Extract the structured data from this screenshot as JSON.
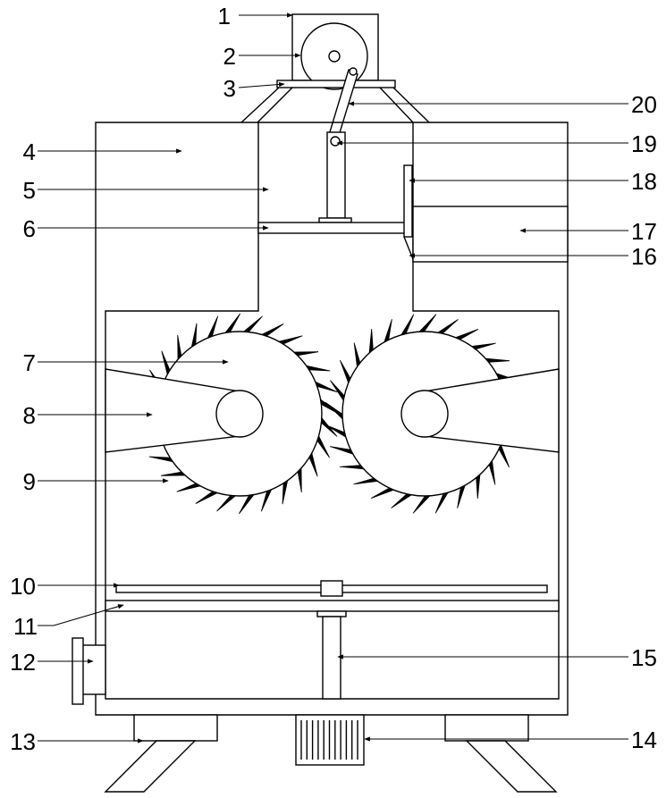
{
  "labels": [
    {
      "id": "label-1",
      "text": "1"
    },
    {
      "id": "label-2",
      "text": "2"
    },
    {
      "id": "label-3",
      "text": "3"
    },
    {
      "id": "label-4",
      "text": "4"
    },
    {
      "id": "label-5",
      "text": "5"
    },
    {
      "id": "label-6",
      "text": "6"
    },
    {
      "id": "label-7",
      "text": "7"
    },
    {
      "id": "label-8",
      "text": "8"
    },
    {
      "id": "label-9",
      "text": "9"
    },
    {
      "id": "label-10",
      "text": "10"
    },
    {
      "id": "label-11",
      "text": "11"
    },
    {
      "id": "label-12",
      "text": "12"
    },
    {
      "id": "label-13",
      "text": "13"
    },
    {
      "id": "label-14",
      "text": "14"
    },
    {
      "id": "label-15",
      "text": "15"
    },
    {
      "id": "label-16",
      "text": "16"
    },
    {
      "id": "label-17",
      "text": "17"
    },
    {
      "id": "label-18",
      "text": "18"
    },
    {
      "id": "label-19",
      "text": "19"
    },
    {
      "id": "label-20",
      "text": "20"
    }
  ]
}
